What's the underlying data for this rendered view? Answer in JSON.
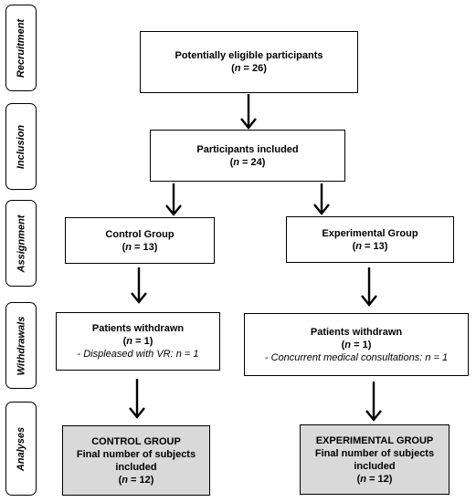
{
  "stages": {
    "recruitment": "Recruitment",
    "inclusion": "Inclusion",
    "assignment": "Assignment",
    "withdrawals": "Withdrawals",
    "analyses": "Analyses"
  },
  "recruitment_box": {
    "title": "Potentially eligible participants",
    "n_var": "n",
    "n_value": " = 26"
  },
  "inclusion_box": {
    "title": "Participants included",
    "n_var": "n",
    "n_value": " = 24"
  },
  "control_group": {
    "title": "Control Group",
    "n_var": "n",
    "n_value": " = 13",
    "withdrawn_title": "Patients withdrawn",
    "withdrawn_n_var": "n",
    "withdrawn_n_value": " = 1",
    "withdrawn_reason": "- Displeased with VR: n = 1",
    "final_title": "CONTROL GROUP",
    "final_line1": "Final number of subjects",
    "final_line2": "included",
    "final_n_var": "n",
    "final_n_value": " = 12"
  },
  "experimental_group": {
    "title": "Experimental Group",
    "n_var": "n",
    "n_value": " = 13",
    "withdrawn_title": "Patients withdrawn",
    "withdrawn_n_var": "n",
    "withdrawn_n_value": " = 1",
    "withdrawn_reason": "- Concurrent medical consultations: n = 1",
    "final_title": "EXPERIMENTAL GROUP",
    "final_line1": "Final number of subjects",
    "final_line2": "included",
    "final_n_var": "n",
    "final_n_value": " = 12"
  },
  "colors": {
    "final_box_fill": "#d9d9d9",
    "border": "#000000"
  }
}
